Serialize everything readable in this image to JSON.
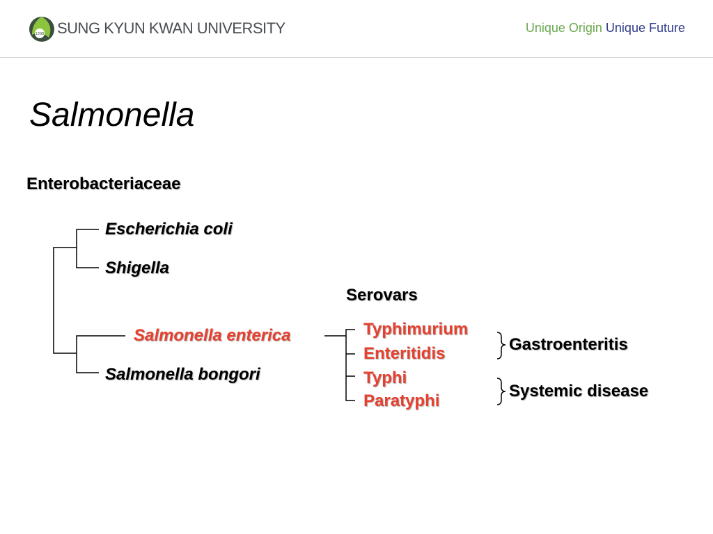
{
  "header": {
    "university_name": "SUNG KYUN KWAN UNIVERSITY",
    "logo_year": "1398",
    "tagline_part1": "Unique Origin",
    "tagline_part2": "Unique Future"
  },
  "slide": {
    "title": "Salmonella"
  },
  "diagram": {
    "root": "Enterobacteriaceae",
    "taxa": {
      "ecoli": "Escherichia coli",
      "shigella": "Shigella",
      "enterica": "Salmonella enterica",
      "bongori": "Salmonella bongori"
    },
    "serovars_heading": "Serovars",
    "serovars": {
      "typhimurium": "Typhimurium",
      "enteritidis": "Enteritidis",
      "typhi": "Typhi",
      "paratyphi": "Paratyphi"
    },
    "diseases": {
      "gastro": "Gastroenteritis",
      "systemic": "Systemic disease"
    }
  },
  "colors": {
    "highlight": "#e8402e",
    "brand_green": "#6aa84f",
    "brand_navy": "#2e3a87"
  }
}
